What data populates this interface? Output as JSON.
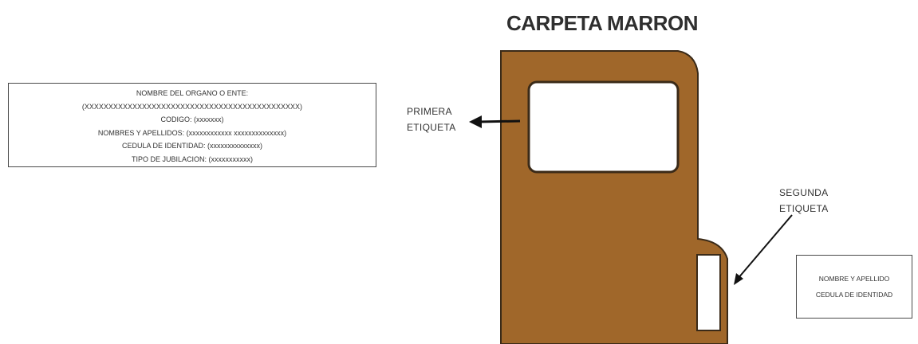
{
  "title": "CARPETA MARRON",
  "first_label": {
    "lines": [
      "NOMBRE DEL ORGANO O ENTE:",
      "(XXXXXXXXXXXXXXXXXXXXXXXXXXXXXXXXXXXXXXXXXXXXX)",
      "CODIGO: (xxxxxxx)",
      "NOMBRES Y APELLIDOS: (xxxxxxxxxxxx xxxxxxxxxxxxxx)",
      "CEDULA DE IDENTIDAD: (xxxxxxxxxxxxxx)",
      "TIPO DE JUBILACION: (xxxxxxxxxxx)"
    ]
  },
  "second_label": {
    "lines": [
      "NOMBRE Y APELLIDO",
      "CEDULA DE IDENTIDAD"
    ]
  },
  "callouts": {
    "first_line1": "PRIMERA",
    "first_line2": "ETIQUETA",
    "second_line1": "SEGUNDA",
    "second_line2": "ETIQUETA"
  },
  "colors": {
    "folder": "#a0672a",
    "folder_stroke": "#3a2a18",
    "label_fill": "#ffffff",
    "arrow": "#111111"
  }
}
